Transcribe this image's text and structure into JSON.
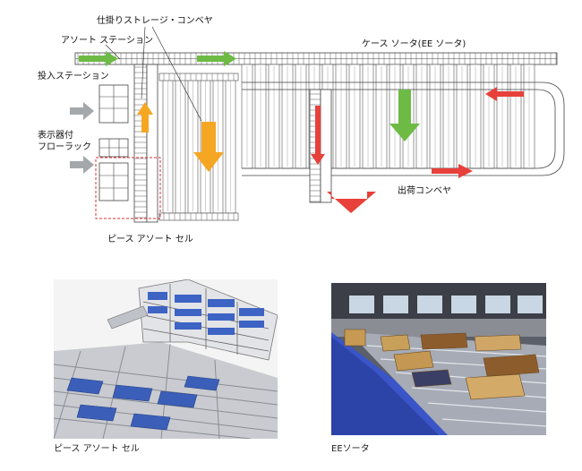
{
  "diagram": {
    "labels": {
      "storage_conveyor": "仕掛りストレージ・コンベヤ",
      "sort_station": "アソート ステーション",
      "input_station": "投入ステーション",
      "case_sorter": "ケース ソータ(EE ソータ)",
      "display_flow_rack": "表示器付\nフローラック",
      "shipping_conveyor": "出荷コンベヤ",
      "piece_sort_cell": "ピース アソート セル"
    },
    "colors": {
      "green_arrow": "#6dbb45",
      "orange_arrow": "#f5a623",
      "red_arrow": "#e8403a",
      "gray_arrow": "#a5a8aa",
      "line": "#444444",
      "dashed_box": "#d9303a"
    }
  },
  "photos": {
    "left_caption": "ピース アソート セル",
    "right_caption": "EEソータ"
  }
}
